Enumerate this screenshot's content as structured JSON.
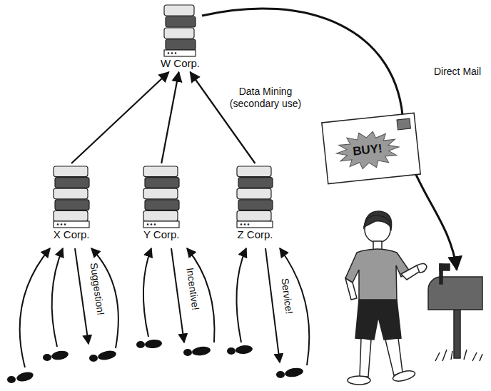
{
  "diagram": {
    "nodes": [
      {
        "text": [
          "W Corp."
        ]
      },
      {
        "text": [
          "X Corp."
        ]
      },
      {
        "text": [
          "Y Corp."
        ]
      },
      {
        "text": [
          "Z Corp."
        ]
      }
    ],
    "edges": [
      {
        "from": 1,
        "to": 0,
        "arrow": "to"
      },
      {
        "from": 2,
        "to": 0,
        "arrow": "to"
      },
      {
        "from": 3,
        "to": 0,
        "arrow": "to"
      }
    ],
    "labels": [
      "Data Mining (secondary use)",
      "Direct Mail",
      "BUY!",
      "Suggestion!",
      "Incentive!",
      "Service!"
    ]
  }
}
